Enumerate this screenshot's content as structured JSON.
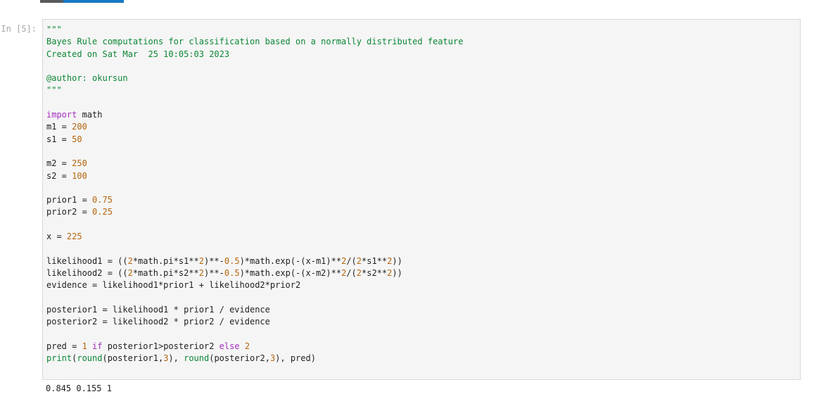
{
  "colors": {
    "topbar_dark": "#58595b",
    "topbar_blue": "#1779c4",
    "prompt": "#a6a6a6",
    "cell_bg": "#f5f5f5",
    "cell_border": "#d9d9d9",
    "pln": "#1f1f1f",
    "string": "#0c8636",
    "keyword": "#a62fc1",
    "number": "#b5650d",
    "builtin": "#0c8636"
  },
  "prompt": {
    "label": "In [5]:"
  },
  "cell": {
    "code_lines": [
      [
        {
          "t": "\"\"\"",
          "c": "str"
        }
      ],
      [
        {
          "t": "Bayes Rule computations for classification based on a normally distributed feature",
          "c": "str"
        }
      ],
      [
        {
          "t": "Created on Sat Mar  25 10:05:03 2023",
          "c": "str"
        }
      ],
      [],
      [
        {
          "t": "@author: okursun",
          "c": "str"
        }
      ],
      [
        {
          "t": "\"\"\"",
          "c": "str"
        }
      ],
      [],
      [
        {
          "t": "import",
          "c": "kw"
        },
        {
          "t": " math",
          "c": "pln"
        }
      ],
      [
        {
          "t": "m1 = ",
          "c": "pln"
        },
        {
          "t": "200",
          "c": "num"
        }
      ],
      [
        {
          "t": "s1 = ",
          "c": "pln"
        },
        {
          "t": "50",
          "c": "num"
        }
      ],
      [],
      [
        {
          "t": "m2 = ",
          "c": "pln"
        },
        {
          "t": "250",
          "c": "num"
        }
      ],
      [
        {
          "t": "s2 = ",
          "c": "pln"
        },
        {
          "t": "100",
          "c": "num"
        }
      ],
      [],
      [
        {
          "t": "prior1 = ",
          "c": "pln"
        },
        {
          "t": "0.75",
          "c": "num"
        }
      ],
      [
        {
          "t": "prior2 = ",
          "c": "pln"
        },
        {
          "t": "0.25",
          "c": "num"
        }
      ],
      [],
      [
        {
          "t": "x = ",
          "c": "pln"
        },
        {
          "t": "225",
          "c": "num"
        }
      ],
      [],
      [
        {
          "t": "likelihood1 = ((",
          "c": "pln"
        },
        {
          "t": "2",
          "c": "num"
        },
        {
          "t": "*math.pi*s1**",
          "c": "pln"
        },
        {
          "t": "2",
          "c": "num"
        },
        {
          "t": ")**-",
          "c": "pln"
        },
        {
          "t": "0.5",
          "c": "num"
        },
        {
          "t": ")*math.exp(-(x-m1)**",
          "c": "pln"
        },
        {
          "t": "2",
          "c": "num"
        },
        {
          "t": "/(",
          "c": "pln"
        },
        {
          "t": "2",
          "c": "num"
        },
        {
          "t": "*s1**",
          "c": "pln"
        },
        {
          "t": "2",
          "c": "num"
        },
        {
          "t": "))",
          "c": "pln"
        }
      ],
      [
        {
          "t": "likelihood2 = ((",
          "c": "pln"
        },
        {
          "t": "2",
          "c": "num"
        },
        {
          "t": "*math.pi*s2**",
          "c": "pln"
        },
        {
          "t": "2",
          "c": "num"
        },
        {
          "t": ")**-",
          "c": "pln"
        },
        {
          "t": "0.5",
          "c": "num"
        },
        {
          "t": ")*math.exp(-(x-m2)**",
          "c": "pln"
        },
        {
          "t": "2",
          "c": "num"
        },
        {
          "t": "/(",
          "c": "pln"
        },
        {
          "t": "2",
          "c": "num"
        },
        {
          "t": "*s2**",
          "c": "pln"
        },
        {
          "t": "2",
          "c": "num"
        },
        {
          "t": "))",
          "c": "pln"
        }
      ],
      [
        {
          "t": "evidence = likelihood1*prior1 + likelihood2*prior2",
          "c": "pln"
        }
      ],
      [],
      [
        {
          "t": "posterior1 = likelihood1 * prior1 / evidence",
          "c": "pln"
        }
      ],
      [
        {
          "t": "posterior2 = likelihood2 * prior2 / evidence",
          "c": "pln"
        }
      ],
      [],
      [
        {
          "t": "pred = ",
          "c": "pln"
        },
        {
          "t": "1",
          "c": "num"
        },
        {
          "t": " ",
          "c": "pln"
        },
        {
          "t": "if",
          "c": "kw"
        },
        {
          "t": " posterior1>posterior2 ",
          "c": "pln"
        },
        {
          "t": "else",
          "c": "kw"
        },
        {
          "t": " ",
          "c": "pln"
        },
        {
          "t": "2",
          "c": "num"
        }
      ],
      [
        {
          "t": "print",
          "c": "fn"
        },
        {
          "t": "(",
          "c": "pln"
        },
        {
          "t": "round",
          "c": "fn"
        },
        {
          "t": "(posterior1,",
          "c": "pln"
        },
        {
          "t": "3",
          "c": "num"
        },
        {
          "t": "), ",
          "c": "pln"
        },
        {
          "t": "round",
          "c": "fn"
        },
        {
          "t": "(posterior2,",
          "c": "pln"
        },
        {
          "t": "3",
          "c": "num"
        },
        {
          "t": "), pred)",
          "c": "pln"
        }
      ]
    ]
  },
  "output": {
    "text": "0.845 0.155 1"
  }
}
